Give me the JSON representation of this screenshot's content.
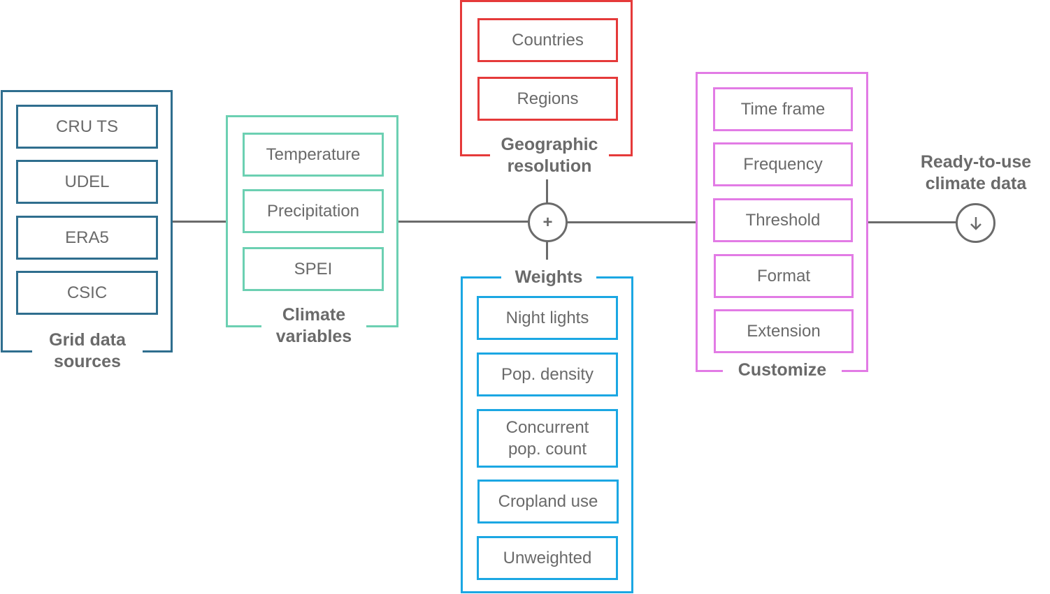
{
  "grid_data_sources": {
    "label": "Grid data\nsources",
    "items": [
      "CRU TS",
      "UDEL",
      "ERA5",
      "CSIC"
    ]
  },
  "climate_variables": {
    "label": "Climate\nvariables",
    "items": [
      "Temperature",
      "Precipitation",
      "SPEI"
    ]
  },
  "geographic_resolution": {
    "label": "Geographic\nresolution",
    "items": [
      "Countries",
      "Regions"
    ]
  },
  "weights": {
    "label": "Weights",
    "items": [
      "Night lights",
      "Pop. density",
      "Concurrent\npop. count",
      "Cropland use",
      "Unweighted"
    ]
  },
  "combine_symbol": "+",
  "customize": {
    "label": "Customize",
    "items": [
      "Time frame",
      "Frequency",
      "Threshold",
      "Format",
      "Extension"
    ]
  },
  "output": {
    "label": "Ready-to-use\nclimate data",
    "icon": "download-arrow-icon"
  },
  "colors": {
    "grid_data_sources": "#2f6e8e",
    "climate_variables": "#6cd0b2",
    "geographic_resolution": "#e53a3a",
    "weights": "#1ba7e3",
    "customize": "#e27be5",
    "connector": "#6b6b6b",
    "text": "#6a6a6a"
  }
}
